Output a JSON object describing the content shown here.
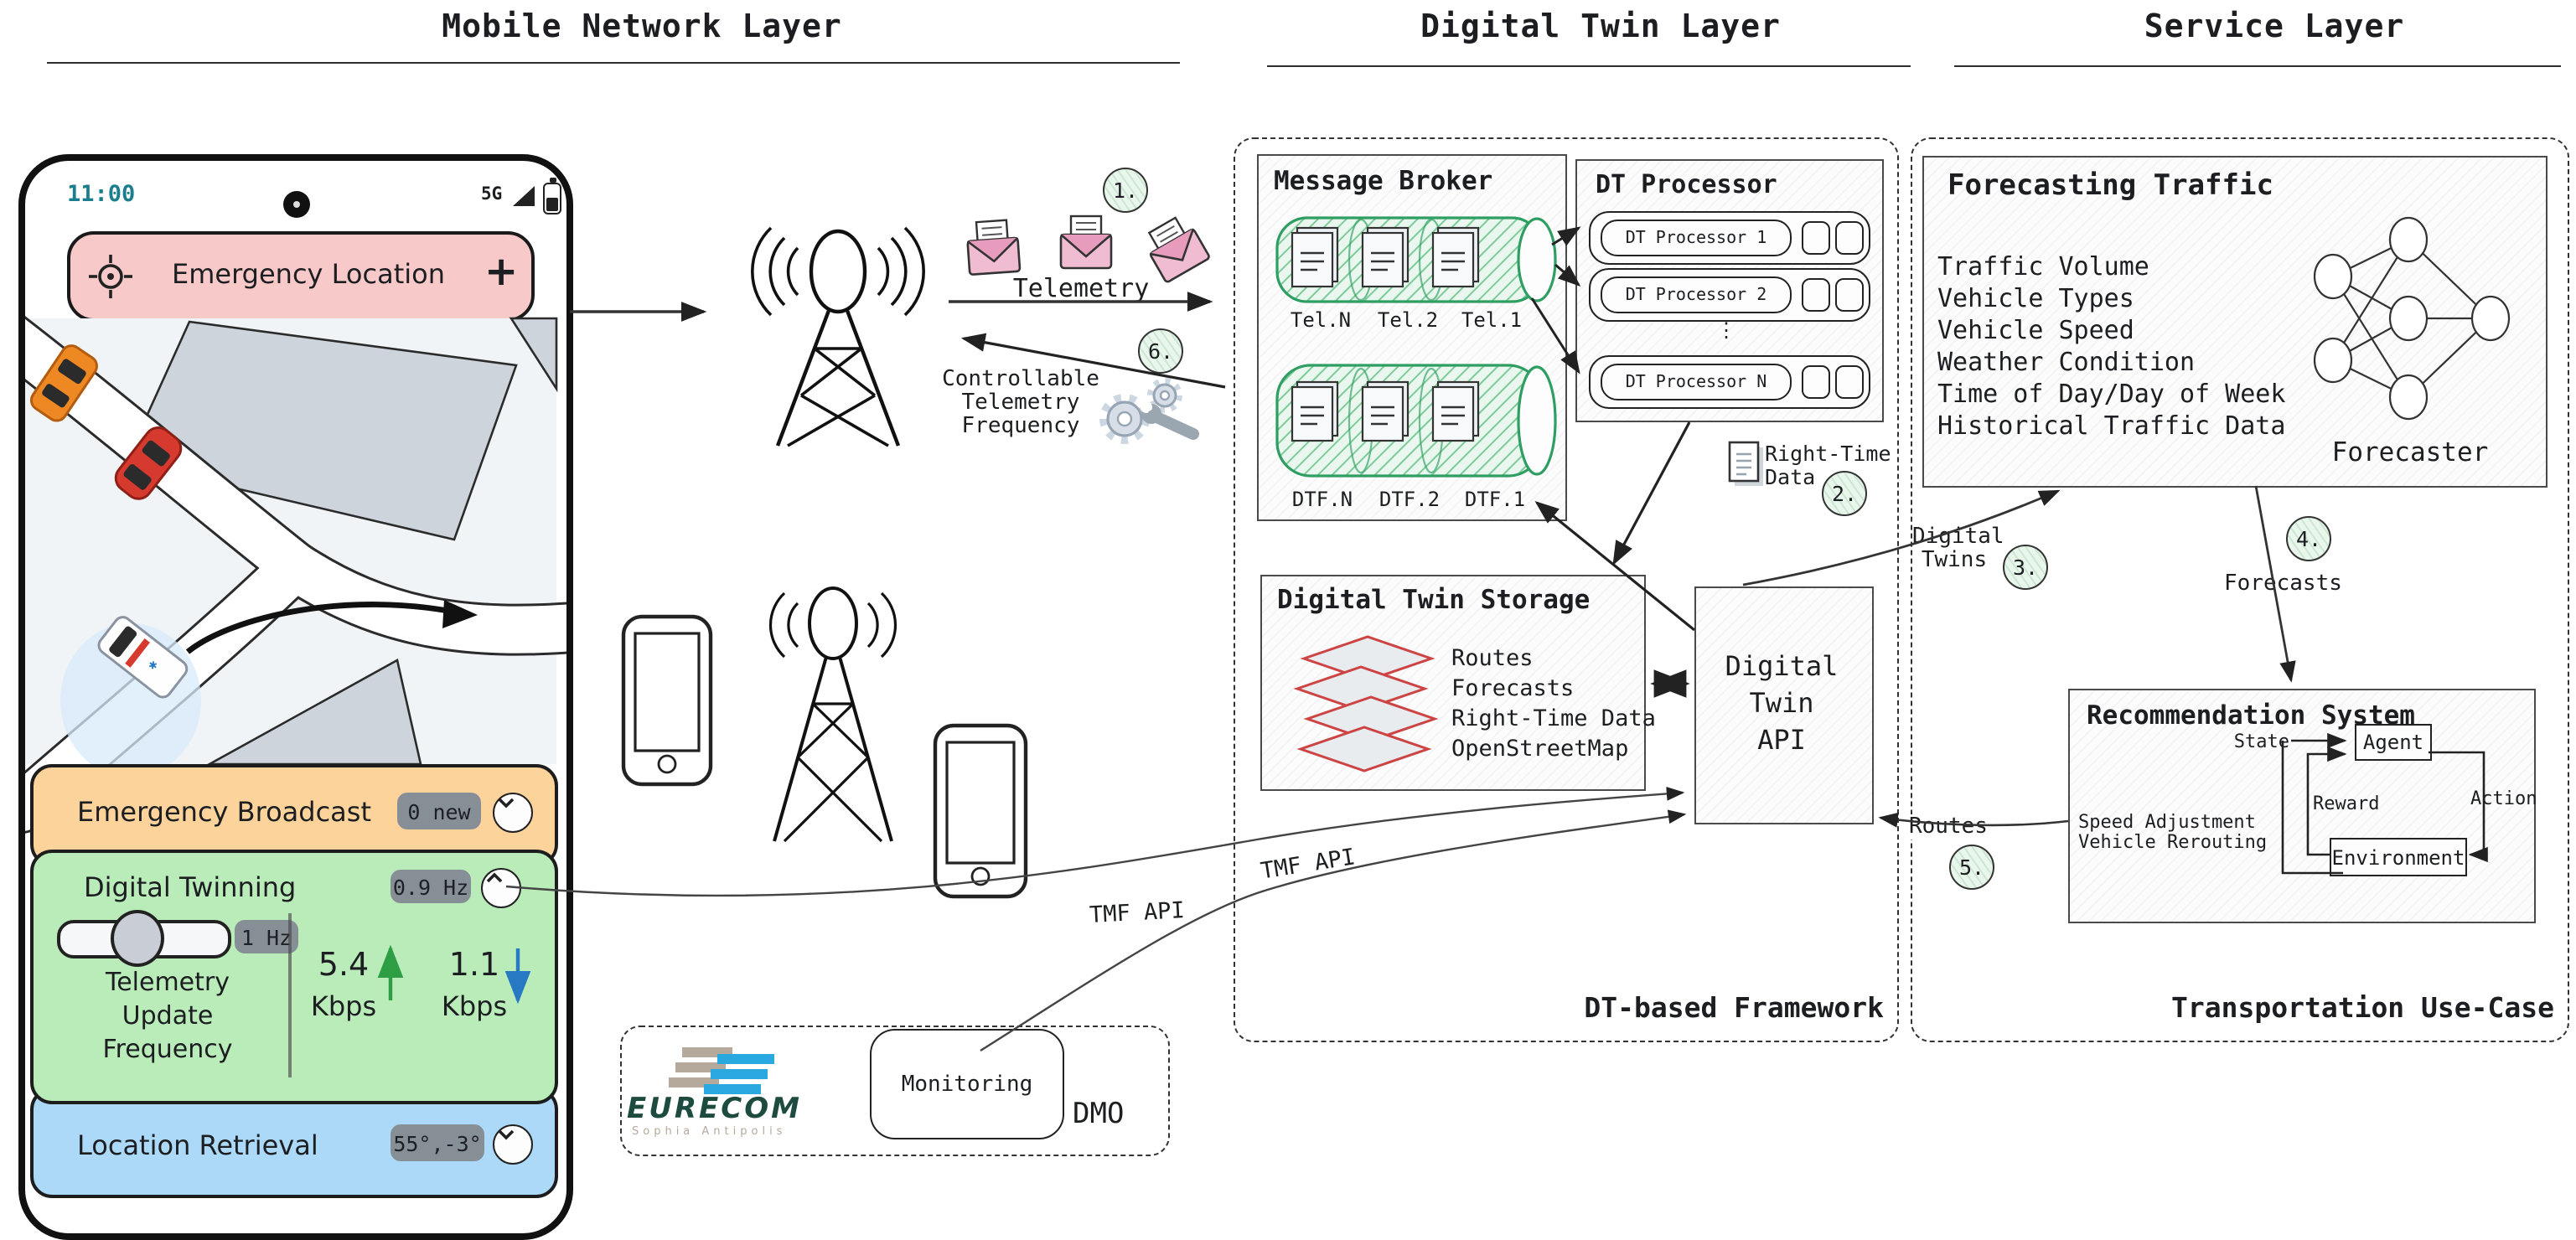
{
  "layers": {
    "mobile": "Mobile Network Layer",
    "dt": "Digital Twin Layer",
    "service": "Service Layer"
  },
  "phone": {
    "time": "11:00",
    "network": "5G",
    "banner": {
      "label": "Emergency Location",
      "plus": "+"
    },
    "broadcast": {
      "label": "Emergency Broadcast",
      "badge": "0 new"
    },
    "twinning": {
      "label": "Digital Twinning",
      "badge": "0.9 Hz",
      "slider_badge": "1 Hz",
      "slider_lines": [
        "Telemetry",
        "Update",
        "Frequency"
      ],
      "up": {
        "value": "5.4",
        "unit": "Kbps"
      },
      "down": {
        "value": "1.1",
        "unit": "Kbps"
      }
    },
    "location": {
      "label": "Location Retrieval",
      "badge": "55°,-3°"
    }
  },
  "network": {
    "telemetry": "Telemetry",
    "controllable": [
      "Controllable",
      "Telemetry",
      "Frequency"
    ]
  },
  "steps": {
    "s1": "1.",
    "s2": "2.",
    "s3": "3.",
    "s4": "4.",
    "s5": "5.",
    "s6": "6."
  },
  "framework": {
    "label": "DT-based Framework",
    "message_broker": {
      "title": "Message Broker",
      "tel_labels": [
        "Tel.N",
        "Tel.2",
        "Tel.1"
      ],
      "dtf_labels": [
        "DTF.N",
        "DTF.2",
        "DTF.1"
      ]
    },
    "dt_processor": {
      "title": "DT Processor",
      "rows": [
        "DT Processor 1",
        "DT Processor 2",
        "DT Processor N"
      ],
      "dots": "⋮"
    },
    "right_time": [
      "Right-Time",
      "Data"
    ],
    "storage": {
      "title": "Digital Twin Storage",
      "items": [
        "Routes",
        "Forecasts",
        "Right-Time Data",
        "OpenStreetMap"
      ]
    },
    "api": [
      "Digital",
      "Twin",
      "API"
    ]
  },
  "service": {
    "label": "Transportation Use-Case",
    "forecasting": {
      "title": "Forecasting Traffic",
      "inputs": [
        "Traffic Volume",
        "Vehicle Types",
        "Vehicle Speed",
        "Weather Condition",
        "Time of Day/Day of Week",
        "Historical Traffic Data"
      ],
      "forecaster": "Forecaster"
    },
    "recommendation": {
      "title": "Recommendation System",
      "state": "State",
      "reward": "Reward",
      "action": "Action",
      "agent": "Agent",
      "environment": "Environment",
      "outputs": [
        "Speed Adjustment",
        "Vehicle Rerouting"
      ]
    }
  },
  "flows": {
    "digital_twins": [
      "Digital",
      "Twins"
    ],
    "forecasts": "Forecasts",
    "routes": "Routes",
    "tmf_api_1": "TMF API",
    "tmf_api_2": "TMF API"
  },
  "dmo": {
    "label": "DMO",
    "monitoring": "Monitoring",
    "eurecom": "EURECOM",
    "eurecom_sub": "Sophia Antipolis"
  },
  "colors": {
    "banner_pink": "#f8c9c9",
    "panel_orange": "#fcd39b",
    "panel_green": "#b9ecb9",
    "panel_blue": "#abd9f7",
    "badge_gray": "#868e96",
    "time_teal": "#1b7e8e",
    "arrow_up_green": "#2e9e44",
    "arrow_down_blue": "#2779c4",
    "cylinder_green": "#2f9e62",
    "diamond_red": "#cc4444",
    "eurecom_blue": "#2aa9e0",
    "eurecom_taupe": "#b5a99c",
    "eurecom_dark": "#1e4b40"
  }
}
